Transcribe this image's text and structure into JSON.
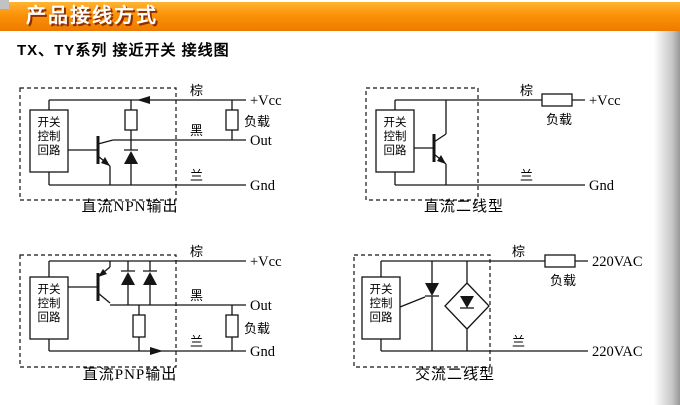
{
  "header": {
    "title": "产品接线方式"
  },
  "subtitle": "TX、TY系列 接近开关 接线图",
  "control_box": {
    "line1": "开关",
    "line2": "控制",
    "line3": "回路"
  },
  "wire_labels": {
    "brown": "棕",
    "black": "黑",
    "blue": "兰"
  },
  "terminals": {
    "vcc": "+Vcc",
    "out": "Out",
    "gnd": "Gnd",
    "load": "负载",
    "vac": "220VAC"
  },
  "captions": {
    "dc_npn": "直流NPN输出",
    "dc_two_wire": "直流二线型",
    "dc_pnp": "直流PNP输出",
    "ac_two_wire": "交流二线型"
  }
}
